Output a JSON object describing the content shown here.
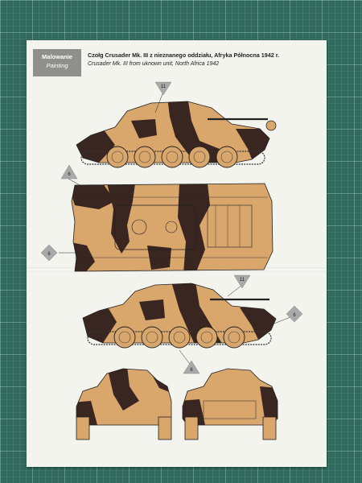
{
  "header": {
    "label_pl": "Malowanie",
    "label_en": "Painting"
  },
  "caption": {
    "title_pl": "Czołg Crusader Mk. III z nieznanego oddziału, Afryka Północna 1942 r.",
    "title_en": "Crusader Mk. III from uknown unit, North Africa 1942"
  },
  "markers": {
    "m1": "11",
    "m2": "6",
    "m3": "6",
    "m4": "11",
    "m5": "6",
    "m6": "6"
  },
  "colors": {
    "sand": "#d9a66c",
    "brown": "#3a2620",
    "line": "#222222",
    "header_bg": "#8f8f8c",
    "marker": "#a9a9a9"
  }
}
